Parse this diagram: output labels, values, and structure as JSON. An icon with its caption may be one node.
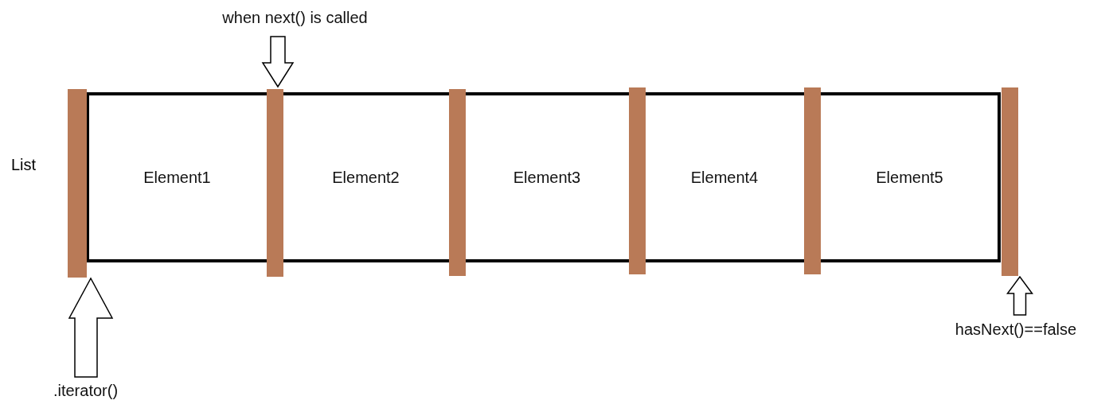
{
  "diagram": {
    "nodes": [
      {
        "text": [
          "Element1"
        ]
      },
      {
        "text": [
          "Element2"
        ]
      },
      {
        "text": [
          "Element3"
        ]
      },
      {
        "text": [
          "Element4"
        ]
      },
      {
        "text": [
          "Element5"
        ]
      },
      {
        "text": [],
        "shape": "bar"
      },
      {
        "text": [],
        "shape": "bar"
      },
      {
        "text": [],
        "shape": "bar"
      },
      {
        "text": [],
        "shape": "bar"
      },
      {
        "text": [],
        "shape": "bar"
      },
      {
        "text": [],
        "shape": "bar"
      },
      {
        "text": [
          "when next() is called"
        ]
      },
      {
        "text": [
          ".iterator()"
        ]
      },
      {
        "text": [
          "hasNext()==false"
        ]
      }
    ],
    "edges": [
      {
        "from": 11,
        "to": 6,
        "arrow": "to"
      },
      {
        "from": 12,
        "to": 5,
        "arrow": "to"
      },
      {
        "from": 13,
        "to": 10,
        "arrow": "to"
      }
    ],
    "labels": [
      "List"
    ]
  }
}
